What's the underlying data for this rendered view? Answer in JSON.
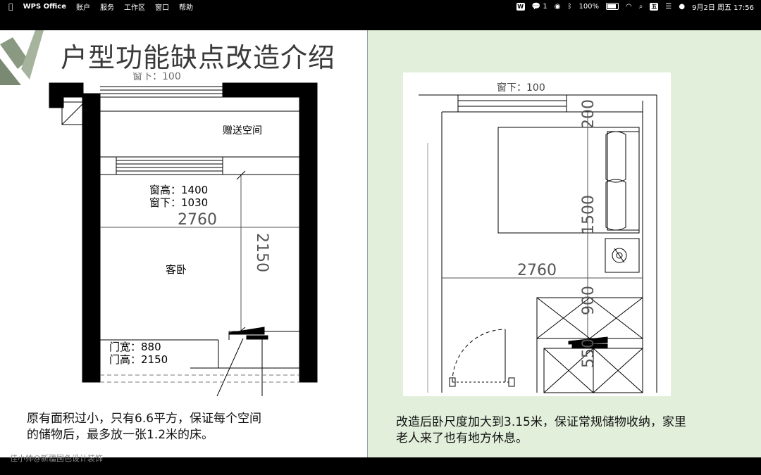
{
  "menubar": {
    "apple": "",
    "app_name": "WPS Office",
    "menus": [
      "账户",
      "服务",
      "工作区",
      "窗口",
      "帮助"
    ],
    "wps_badge": "W",
    "wechat_count": "1",
    "battery": "100%",
    "ime": "五",
    "datetime": "9月2日 周五  17:56"
  },
  "slide": {
    "title": "户型功能缺点改造介绍",
    "left_plan": {
      "top_label": "窗下：100",
      "gift_space": "赠送空间",
      "window_height": "窗高：1400",
      "window_sill": "窗下：1030",
      "width_dim": "2760",
      "height_dim": "2150",
      "room": "客卧",
      "door_width": "门宽：880",
      "door_height": "门高：2150"
    },
    "right_plan": {
      "top_label": "窗下：100",
      "dim_200": "200",
      "dim_1500": "1500",
      "dim_2760": "2760",
      "dim_900": "900",
      "dim_550": "550"
    },
    "caption_left": [
      "原有面积过小，只有6.6平方，保证每个空间",
      "的储物后，最多放一张1.2米的床。"
    ],
    "caption_right": [
      "改造后卧尺度加大到3.15米，保证常规储物收纳，家里",
      "老人来了也有地方休息。"
    ],
    "watermark": "佳小帅@新疆国色设计装饰",
    "colors": {
      "right_bg": "#e2f0db",
      "deco_green": "#8a9a82",
      "wall": "#000000"
    }
  }
}
